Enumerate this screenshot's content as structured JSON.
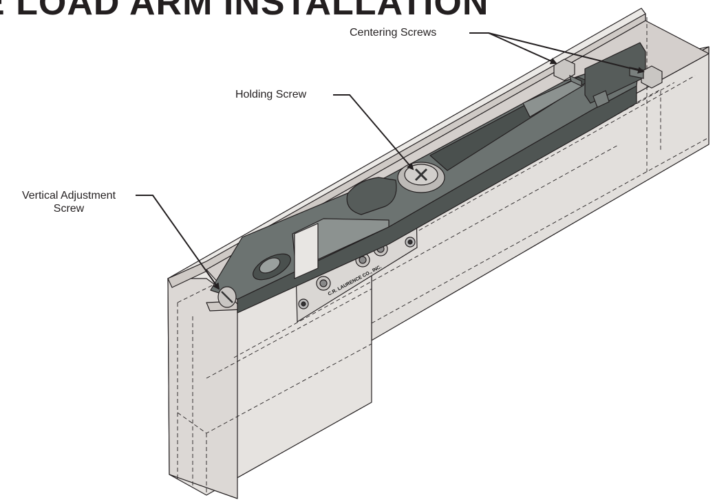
{
  "title": "E LOAD ARM INSTALLATION",
  "callouts": {
    "centering_screws": "Centering Screws",
    "holding_screw": "Holding Screw",
    "vertical_adjustment_line1": "Vertical Adjustment",
    "vertical_adjustment_line2": "Screw"
  },
  "plate_text": "C.R. LAURENCE CO., INC.",
  "colors": {
    "housing_fill": "#e6e4e1",
    "housing_top": "#cfcac6",
    "arm_dark": "#4f5553",
    "arm_mid": "#6c7371",
    "arm_light": "#8c9290",
    "plate": "#d9d7d4",
    "line": "#231f20"
  }
}
